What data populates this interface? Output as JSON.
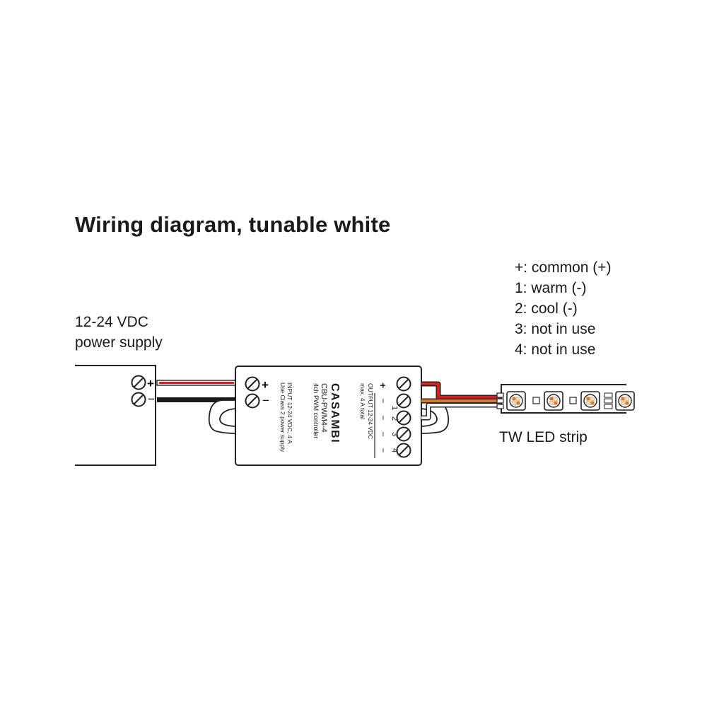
{
  "title": "Wiring diagram, tunable white",
  "power_supply": {
    "label_line1": "12-24 VDC",
    "label_line2": "power supply",
    "terminal_plus": "+",
    "terminal_minus": "−"
  },
  "legend": [
    "+: common (+)",
    "1: warm (-)",
    "2: cool (-)",
    "3: not in use",
    "4: not in use"
  ],
  "controller": {
    "brand": "CASAMBI",
    "model": "CBU-PWM4-4",
    "desc": "4ch PWM controller",
    "input_line1": "INPUT 12-24 VDC, 4 A",
    "input_line2": "Use Class 2 power supply",
    "output_line1": "OUTPUT 12-24 VDC",
    "output_line2": "max. 4 A total",
    "in_plus": "+",
    "in_minus": "−",
    "out_plus": "+",
    "out_labels": [
      "1",
      "2",
      "3",
      "4"
    ],
    "out_minus": "−"
  },
  "strip": {
    "label": "TW LED strip"
  },
  "colors": {
    "red_wire": "#d42020",
    "black_wire": "#1a1a1a",
    "orange_wire": "#e07a1a",
    "outline": "#222222"
  }
}
